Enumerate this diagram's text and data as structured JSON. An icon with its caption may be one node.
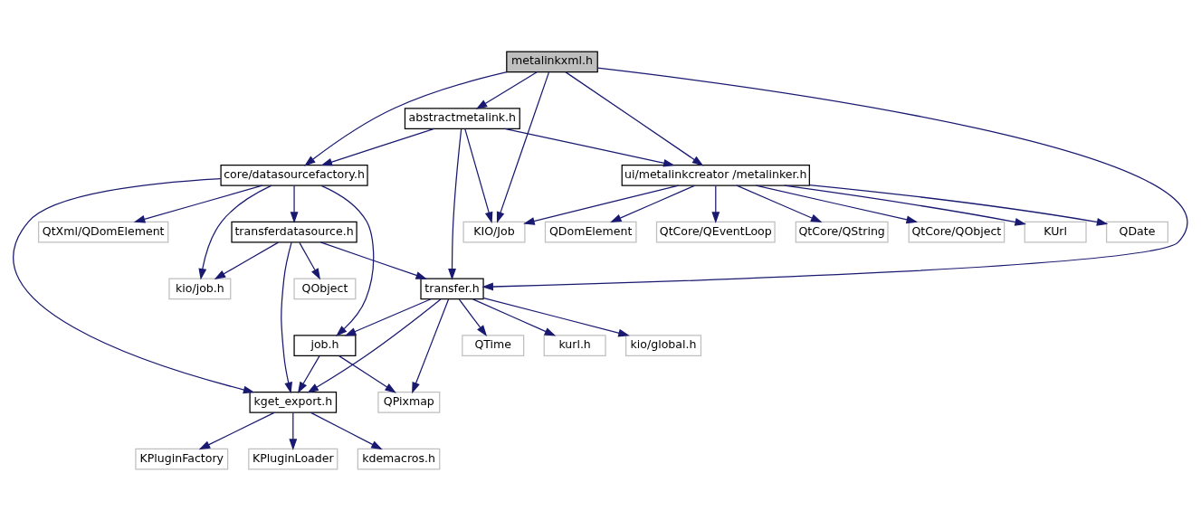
{
  "diagram": {
    "nodes": [
      {
        "text": [
          "metalinkxml.h"
        ]
      },
      {
        "text": [
          "abstractmetalink.h"
        ]
      },
      {
        "text": [
          "core/datasourcefactory.h"
        ]
      },
      {
        "text": [
          "ui/metalinkcreator /metalinker.h"
        ]
      },
      {
        "text": [
          "QtXml/QDomElement"
        ]
      },
      {
        "text": [
          "transferdatasource.h"
        ]
      },
      {
        "text": [
          "KIO/Job"
        ]
      },
      {
        "text": [
          "QDomElement"
        ]
      },
      {
        "text": [
          "QtCore/QEventLoop"
        ]
      },
      {
        "text": [
          "QtCore/QString"
        ]
      },
      {
        "text": [
          "QtCore/QObject"
        ]
      },
      {
        "text": [
          "KUrl"
        ]
      },
      {
        "text": [
          "QDate"
        ]
      },
      {
        "text": [
          "kio/job.h"
        ]
      },
      {
        "text": [
          "QObject"
        ]
      },
      {
        "text": [
          "transfer.h"
        ]
      },
      {
        "text": [
          "job.h"
        ]
      },
      {
        "text": [
          "QTime"
        ]
      },
      {
        "text": [
          "kurl.h"
        ]
      },
      {
        "text": [
          "kio/global.h"
        ]
      },
      {
        "text": [
          "kget_export.h"
        ]
      },
      {
        "text": [
          "QPixmap"
        ]
      },
      {
        "text": [
          "KPluginFactory"
        ]
      },
      {
        "text": [
          "KPluginLoader"
        ]
      },
      {
        "text": [
          "kdemacros.h"
        ]
      }
    ],
    "edges": [
      {
        "from": 0,
        "to": 1,
        "arrow": "to"
      },
      {
        "from": 0,
        "to": 2,
        "arrow": "to"
      },
      {
        "from": 0,
        "to": 3,
        "arrow": "to"
      },
      {
        "from": 0,
        "to": 6,
        "arrow": "to"
      },
      {
        "from": 0,
        "to": 15,
        "arrow": "to"
      },
      {
        "from": 1,
        "to": 2,
        "arrow": "to"
      },
      {
        "from": 1,
        "to": 3,
        "arrow": "to"
      },
      {
        "from": 1,
        "to": 6,
        "arrow": "to"
      },
      {
        "from": 1,
        "to": 15,
        "arrow": "to"
      },
      {
        "from": 2,
        "to": 4,
        "arrow": "to"
      },
      {
        "from": 2,
        "to": 5,
        "arrow": "to"
      },
      {
        "from": 2,
        "to": 13,
        "arrow": "to"
      },
      {
        "from": 2,
        "to": 16,
        "arrow": "to"
      },
      {
        "from": 2,
        "to": 20,
        "arrow": "to"
      },
      {
        "from": 3,
        "to": 6,
        "arrow": "to"
      },
      {
        "from": 3,
        "to": 7,
        "arrow": "to"
      },
      {
        "from": 3,
        "to": 8,
        "arrow": "to"
      },
      {
        "from": 3,
        "to": 9,
        "arrow": "to"
      },
      {
        "from": 3,
        "to": 10,
        "arrow": "to"
      },
      {
        "from": 3,
        "to": 11,
        "arrow": "to"
      },
      {
        "from": 3,
        "to": 12,
        "arrow": "to"
      },
      {
        "from": 5,
        "to": 13,
        "arrow": "to"
      },
      {
        "from": 5,
        "to": 14,
        "arrow": "to"
      },
      {
        "from": 5,
        "to": 15,
        "arrow": "to"
      },
      {
        "from": 5,
        "to": 20,
        "arrow": "to"
      },
      {
        "from": 15,
        "to": 16,
        "arrow": "to"
      },
      {
        "from": 15,
        "to": 20,
        "arrow": "to"
      },
      {
        "from": 15,
        "to": 17,
        "arrow": "to"
      },
      {
        "from": 15,
        "to": 18,
        "arrow": "to"
      },
      {
        "from": 15,
        "to": 19,
        "arrow": "to"
      },
      {
        "from": 15,
        "to": 21,
        "arrow": "to"
      },
      {
        "from": 16,
        "to": 20,
        "arrow": "to"
      },
      {
        "from": 16,
        "to": 21,
        "arrow": "to"
      },
      {
        "from": 20,
        "to": 22,
        "arrow": "to"
      },
      {
        "from": 20,
        "to": 23,
        "arrow": "to"
      },
      {
        "from": 20,
        "to": 24,
        "arrow": "to"
      }
    ]
  }
}
